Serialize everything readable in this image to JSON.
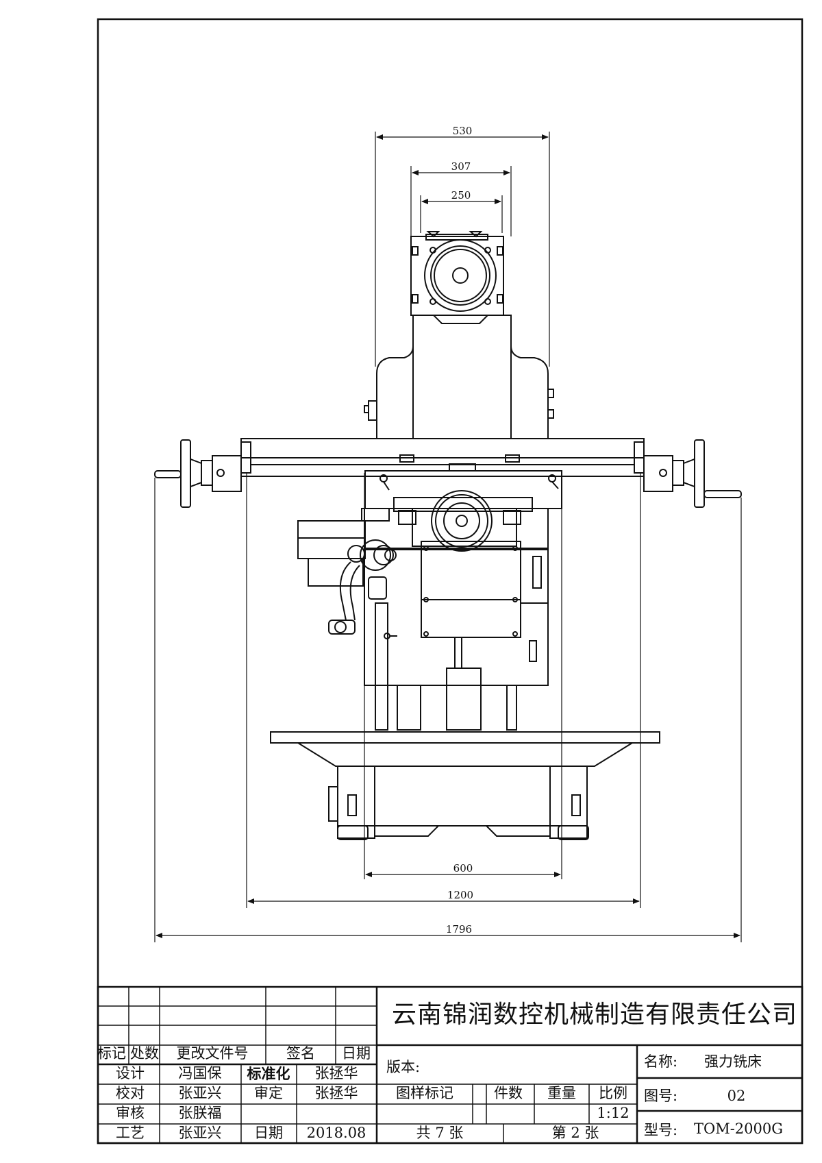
{
  "dimensions": {
    "top": [
      "530",
      "307",
      "250"
    ],
    "bottom": [
      "600",
      "1200",
      "1796"
    ]
  },
  "title_block": {
    "company": "云南锦润数控机械制造有限责任公司",
    "revision_header": [
      "标记",
      "处数",
      "更改文件号",
      "签名",
      "日期"
    ],
    "design_label": "设计",
    "design_name": "冯国保",
    "standardize_label": "标准化",
    "standardize_name": "张拯华",
    "check_label": "校对",
    "check_name": "张亚兴",
    "approve_label": "审定",
    "approve_name": "张拯华",
    "review_label": "审核",
    "review_name": "张朕福",
    "process_label": "工艺",
    "process_name": "张亚兴",
    "date_label": "日期",
    "date_value": "2018.08",
    "version_label": "版本:",
    "pattern_mark_label": "图样标记",
    "piece_count_label": "件数",
    "weight_label": "重量",
    "scale_label": "比例",
    "scale_value": "1:12",
    "total_sheets": "共 7 张",
    "sheet_number": "第 2 张",
    "name_label": "名称:",
    "name_value": "强力铣床",
    "drawing_no_label": "图号:",
    "drawing_no_value": "02",
    "model_label": "型号:",
    "model_value": "TOM-2000G"
  }
}
